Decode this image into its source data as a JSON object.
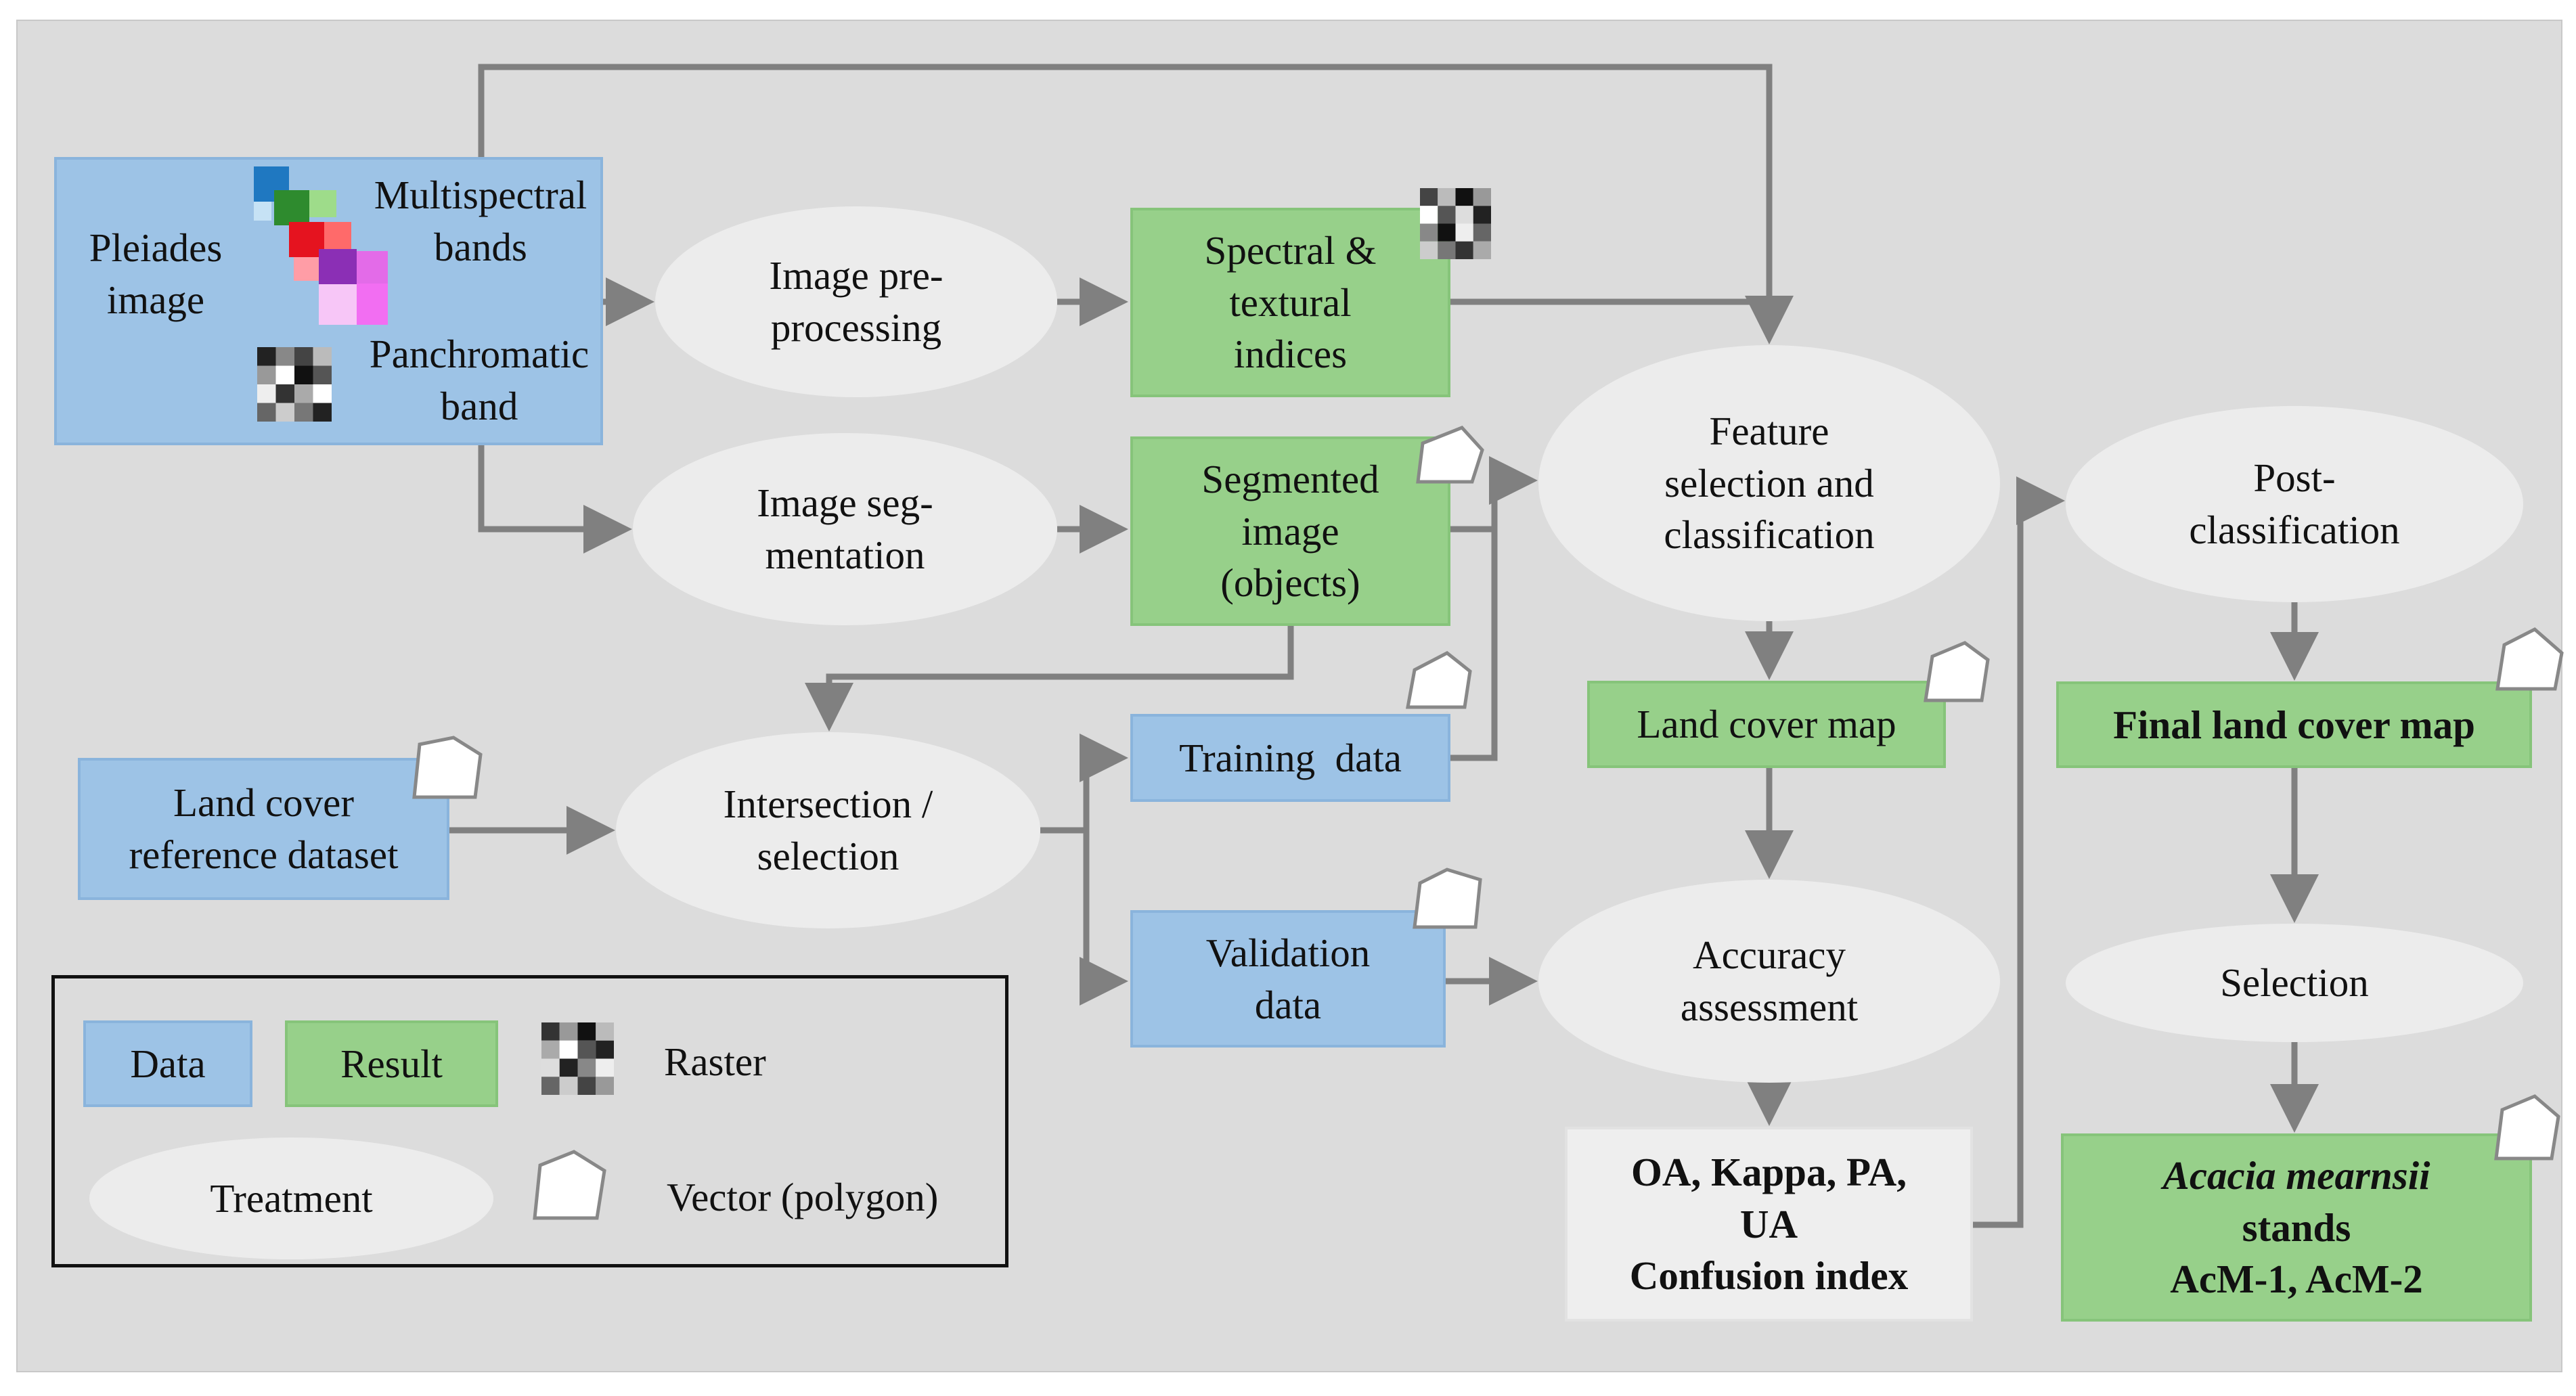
{
  "pleiades": {
    "line1": "Pleiades",
    "line2": "image",
    "ms_line1": "Multispectral",
    "ms_line2": "bands",
    "pan_line1": "Panchromatic",
    "pan_line2": "band"
  },
  "preproc": {
    "line1": "Image pre-",
    "line2": "processing"
  },
  "seg": {
    "line1": "Image seg-",
    "line2": "mentation"
  },
  "spectral": {
    "line1": "Spectral &",
    "line2": "textural",
    "line3": "indices"
  },
  "segmented": {
    "line1": "Segmented",
    "line2": "image",
    "line3": "(objects)"
  },
  "feature": {
    "line1": "Feature",
    "line2": "selection and",
    "line3": "classification"
  },
  "landcover_map": "Land cover map",
  "reference": {
    "line1": "Land cover",
    "line2": "reference dataset"
  },
  "intersection": {
    "line1": "Intersection /",
    "line2": "selection"
  },
  "training": "Training  data",
  "validation": {
    "line1": "Validation",
    "line2": "data"
  },
  "accuracy": {
    "line1": "Accuracy",
    "line2": "assessment"
  },
  "metrics": {
    "line1": "OA, Kappa, PA,",
    "line2": "UA",
    "line3": "Confusion index"
  },
  "post": {
    "line1": "Post-",
    "line2": "classification"
  },
  "final_map": "Final land cover map",
  "selection": "Selection",
  "acacia": {
    "line1": "Acacia mearnsii",
    "line2": "stands",
    "line3": "AcM-1, AcM-2"
  },
  "legend": {
    "data": "Data",
    "result": "Result",
    "raster": "Raster",
    "treatment": "Treatment",
    "vector": "Vector (polygon)"
  },
  "colors": {
    "data": "#9dc3e6",
    "result": "#97d08a",
    "treatment": "#ececec",
    "arrow": "#808080"
  }
}
